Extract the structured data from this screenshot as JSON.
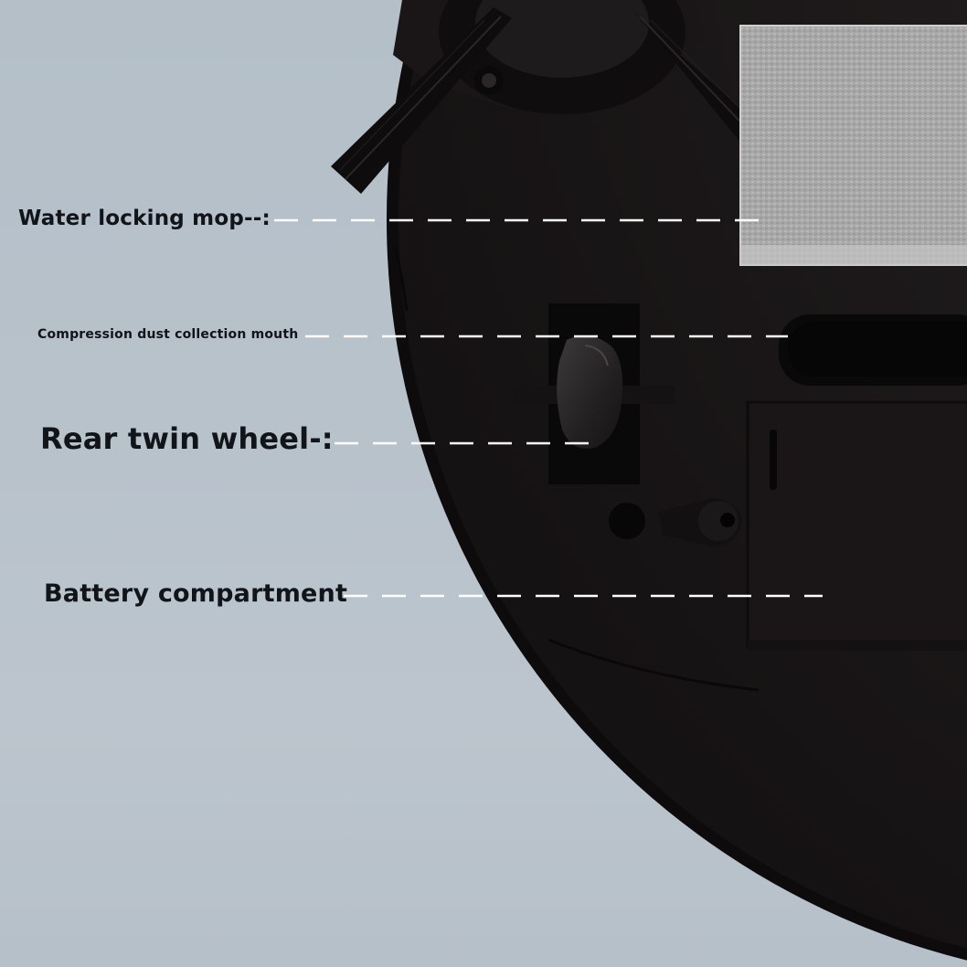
{
  "annotations": {
    "water_locking_mop": "Water locking mop--:",
    "dust_collection_mouth": "Compression dust collection mouth",
    "rear_twin_wheel": "Rear twin wheel-:",
    "battery_compartment": "Battery compartment"
  },
  "colors": {
    "background": "#b8c2cb",
    "robot_body": "#1c1818",
    "mop_pad": "#a9a9a9",
    "leader_line": "#ffffff",
    "label_text": "#111418"
  }
}
